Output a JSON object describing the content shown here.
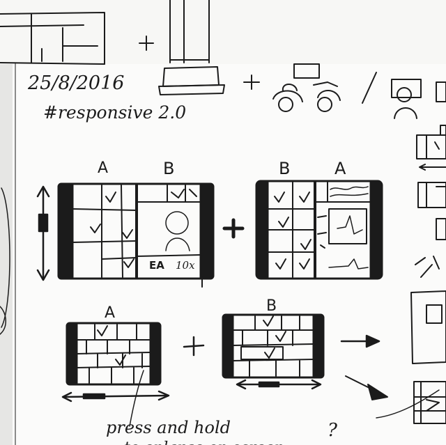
{
  "sketch": {
    "date": "25/8/2016",
    "hashtag": "#responsive 2.0",
    "caption_line1": "press and hold",
    "caption_line2": "to enlarge on screen",
    "question_mark": "?",
    "labels": {
      "top_left_a": "A",
      "top_left_b": "B",
      "top_right_b": "B",
      "top_right_a": "A",
      "bottom_left_a": "A",
      "bottom_right_b": "B",
      "cell_ea": "EA",
      "cell_10x": "10x"
    },
    "colors": {
      "ink": "#1b1b1b",
      "paper": "#fbfbfa",
      "wall": "#e6e6e4"
    }
  }
}
